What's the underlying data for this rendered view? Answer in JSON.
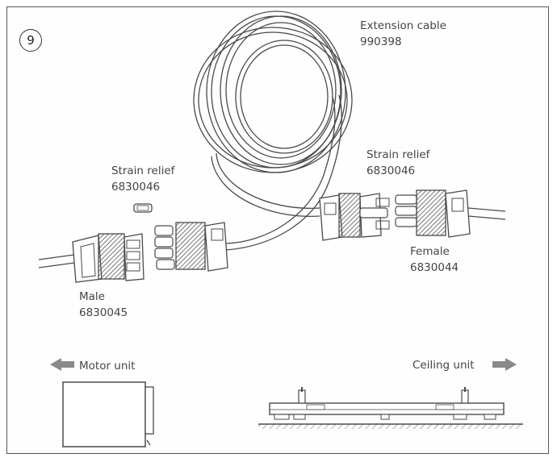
{
  "step": "9",
  "labels": {
    "extension": {
      "name": "Extension cable",
      "code": "990398"
    },
    "strain_left": {
      "name": "Strain relief",
      "code": "6830046"
    },
    "strain_right": {
      "name": "Strain relief",
      "code": "6830046"
    },
    "female": {
      "name": "Female",
      "code": "6830044"
    },
    "male": {
      "name": "Male",
      "code": "6830045"
    },
    "motor_unit": "Motor unit",
    "ceiling_unit": "Ceiling unit"
  },
  "icons": [
    "arrow-left-icon",
    "arrow-right-icon"
  ],
  "colors": {
    "line": "#4a4a4a",
    "arrow": "#8a8a8a",
    "hatch": "#555555"
  }
}
